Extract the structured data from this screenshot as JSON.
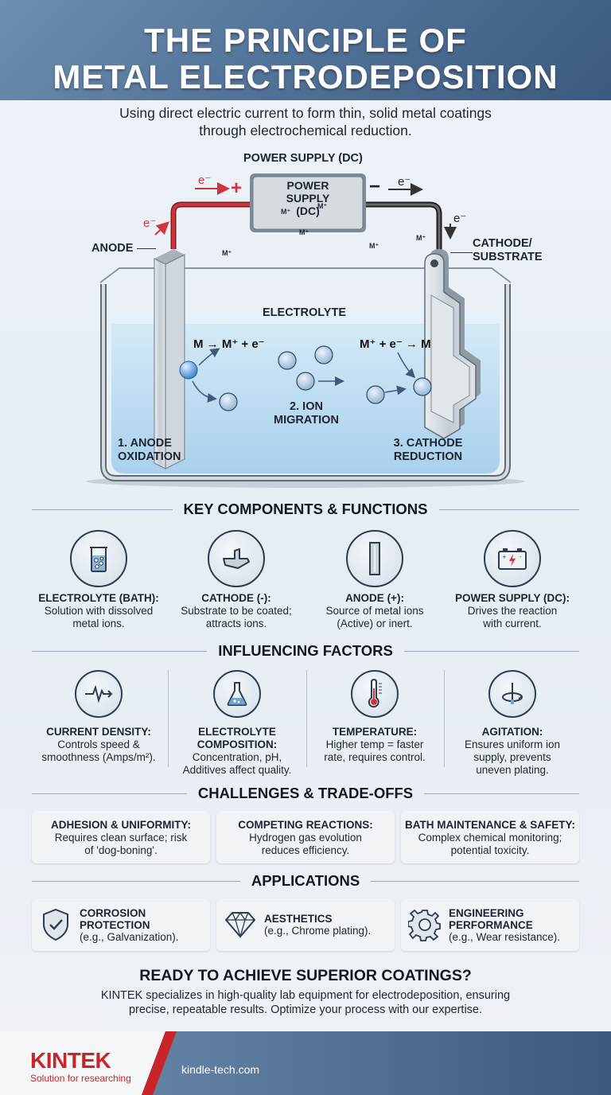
{
  "header": {
    "title_line1": "THE PRINCIPLE OF",
    "title_line2": "METAL ELECTRODEPOSITION"
  },
  "subtitle": {
    "line1": "Using direct electric current to form thin, solid metal coatings",
    "line2": "through electrochemical reduction."
  },
  "diagram": {
    "power_supply_label": "POWER SUPPLY (DC)",
    "power_box": [
      "POWER",
      "SUPPLY",
      "(DC)"
    ],
    "electron": "e⁻",
    "plus": "+",
    "minus": "−",
    "anode": "ANODE",
    "cathode": [
      "CATHODE/",
      "SUBSTRATE"
    ],
    "electrolyte": "ELECTROLYTE",
    "anode_equation": "M → M⁺ + e⁻",
    "cathode_equation": "M⁺ + e⁻ → M",
    "ion": "M⁺",
    "step1": [
      "1. ANODE",
      "OXIDATION"
    ],
    "step2": [
      "2. ION",
      "MIGRATION"
    ],
    "step3": [
      "3. CATHODE",
      "REDUCTION"
    ]
  },
  "key_components": {
    "heading": "KEY COMPONENTS & FUNCTIONS",
    "items": [
      {
        "icon": "beaker-icon",
        "title": "ELECTROLYTE (BATH):",
        "desc": [
          "Solution with dissolved",
          "metal ions."
        ]
      },
      {
        "icon": "cathode-part-icon",
        "title": "CATHODE (-):",
        "desc": [
          "Substrate to be coated;",
          "attracts ions."
        ]
      },
      {
        "icon": "anode-plate-icon",
        "title": "ANODE (+):",
        "desc": [
          "Source of metal ions",
          "(Active) or inert."
        ]
      },
      {
        "icon": "battery-icon",
        "title": "POWER SUPPLY (DC):",
        "desc": [
          "Drives the reaction",
          "with current."
        ]
      }
    ]
  },
  "factors": {
    "heading": "INFLUENCING FACTORS",
    "items": [
      {
        "icon": "waveform-icon",
        "title": [
          "CURRENT DENSITY:"
        ],
        "desc": [
          "Controls speed &",
          "smoothness (Amps/m²)."
        ]
      },
      {
        "icon": "flask-icon",
        "title": [
          "ELECTROLYTE",
          "COMPOSITION:"
        ],
        "desc": [
          "Concentration, pH,",
          "Additives affect quality."
        ]
      },
      {
        "icon": "thermometer-icon",
        "title": [
          "TEMPERATURE:"
        ],
        "desc": [
          "Higher temp = faster",
          "rate, requires control."
        ]
      },
      {
        "icon": "stirrer-icon",
        "title": [
          "AGITATION:"
        ],
        "desc": [
          "Ensures uniform ion",
          "supply, prevents",
          "uneven plating."
        ]
      }
    ]
  },
  "challenges": {
    "heading": "CHALLENGES & TRADE-OFFS",
    "items": [
      {
        "title": "ADHESION & UNIFORMITY:",
        "desc": [
          "Requires clean surface; risk",
          "of 'dog-boning'."
        ]
      },
      {
        "title": "COMPETING REACTIONS:",
        "desc": [
          "Hydrogen gas evolution",
          "reduces efficiency."
        ]
      },
      {
        "title": "BATH MAINTENANCE & SAFETY:",
        "desc": [
          "Complex chemical monitoring;",
          "potential toxicity."
        ]
      }
    ]
  },
  "applications": {
    "heading": "APPLICATIONS",
    "items": [
      {
        "icon": "shield-check-icon",
        "title": [
          "CORROSION",
          "PROTECTION"
        ],
        "desc": "(e.g., Galvanization)."
      },
      {
        "icon": "diamond-icon",
        "title": [
          "AESTHETICS"
        ],
        "desc": "(e.g., Chrome plating)."
      },
      {
        "icon": "gear-icon",
        "title": [
          "ENGINEERING",
          "PERFORMANCE"
        ],
        "desc": "(e.g., Wear resistance)."
      }
    ]
  },
  "cta": {
    "title": "READY TO ACHIEVE SUPERIOR COATINGS?",
    "line1": "KINTEK specializes in high-quality lab equipment for electrodeposition, ensuring",
    "line2": "precise, repeatable results. Optimize your process with our expertise."
  },
  "footer": {
    "logo": "KINTEK",
    "tagline": "Solution for researching",
    "website": "kindle-tech.com"
  },
  "colors": {
    "brand_red": "#c8252b",
    "header_blue": "#53749a",
    "electrolyte_blue": "#bcdcf0",
    "positive_wire": "#d0343a",
    "negative_wire": "#3a3a3a"
  }
}
